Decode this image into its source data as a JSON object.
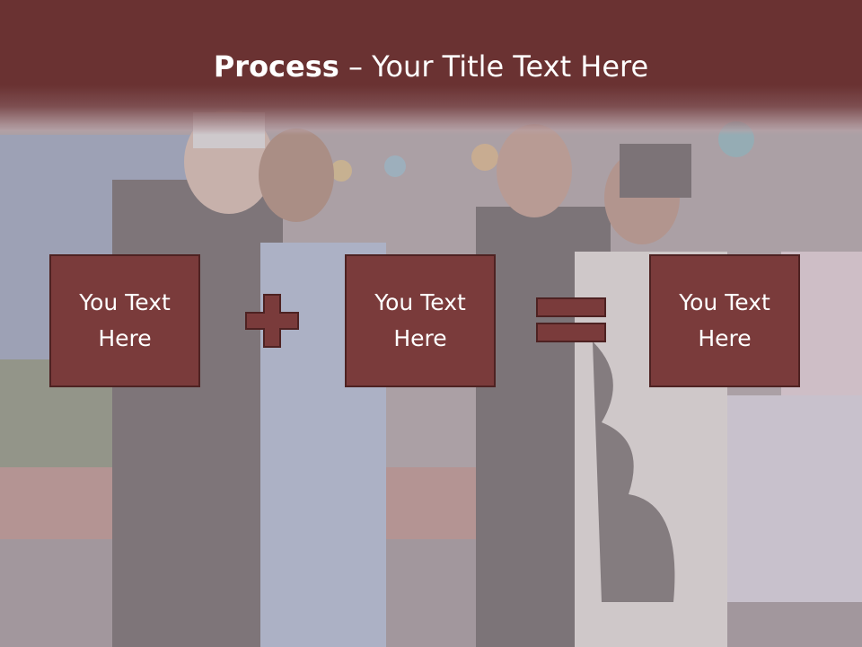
{
  "slide": {
    "title_bold": "Process",
    "title_rest": " – Your Title Text Here",
    "boxes": [
      {
        "text": "You Text Here"
      },
      {
        "text": "You Text Here"
      },
      {
        "text": "You Text Here"
      }
    ],
    "operators": {
      "plus_icon": "plus-icon",
      "equals_icon": "equals-icon"
    }
  },
  "colors": {
    "header": "#6a3232",
    "box_fill": "#7a3b3b",
    "box_border": "#4e2222",
    "text": "#ffffff"
  }
}
